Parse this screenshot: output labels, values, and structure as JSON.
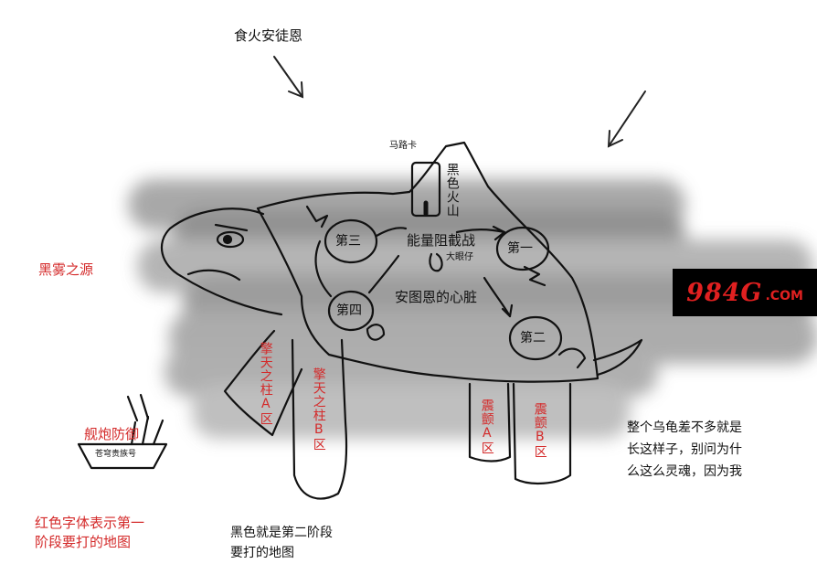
{
  "title_top": "食火安徒恩",
  "labels": {
    "maluka": "马路卡",
    "black_volcano": "黑色火山",
    "third": "第三",
    "first": "第一",
    "fourth": "第四",
    "second": "第二",
    "energy_intercept": "能量阻截战",
    "big_eye": "大眼仔",
    "heart": "安图恩的心脏",
    "black_fog_source": "黑雾之源",
    "pillar_a": "擎天之柱A区",
    "pillar_b": "擎天之柱B区",
    "quake_a": "震颤A区",
    "quake_b": "震颤B区",
    "cannon_defense": "舰炮防御",
    "ship_name": "苍穹贵族号"
  },
  "notes": {
    "red_font": "红色字体表示第一阶段要打的地图",
    "black_phase2": "黑色就是第二阶段要打的地图",
    "turtle_comment": "整个乌龟差不多就是长这样子，别问为什么这么灵魂，因为我"
  },
  "logo": {
    "main": "984G",
    "tld": ".COM"
  },
  "colors": {
    "red_text": "#d42a2a",
    "fog": "#8a8a8a",
    "logo_bg": "#000000"
  }
}
